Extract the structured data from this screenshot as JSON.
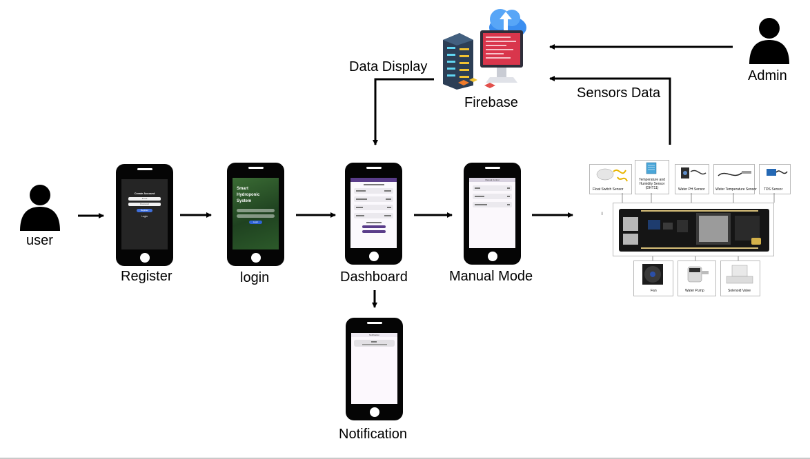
{
  "nodes": {
    "user": "user",
    "register": "Register",
    "login": "login",
    "dashboard": "Dashboard",
    "manual_mode": "Manual Mode",
    "notification": "Notification",
    "firebase": "Firebase",
    "admin": "Admin"
  },
  "edges": {
    "data_display": "Data Display",
    "sensors_data": "Sensors Data"
  },
  "screens": {
    "register": {
      "title": "Create Account",
      "field1": "Email",
      "field2": "Password",
      "button": "Register",
      "link": "Login"
    },
    "login": {
      "title_line1": "Smart",
      "title_line2": "Hydroponic",
      "title_line3": "System",
      "button": "Login"
    },
    "manual": {
      "title": "Manual Control"
    },
    "notification": {
      "title": "Notification"
    }
  },
  "hardware": {
    "sensors": [
      "Float Switch Sensor",
      "Temperature and Humidity Sensor (DHT11)",
      "Water PH Sensor",
      "Water Temperature Sensor",
      "TDS Sensor"
    ],
    "actuators": [
      "Fan",
      "Water Pump",
      "Solenoid Valve"
    ]
  },
  "colors": {
    "app_purple": "#5a3d8a",
    "login_green": "#2f5e2c",
    "firebase_red": "#d9364c",
    "cloud_blue": "#3b8ef0",
    "board_black": "#151515"
  }
}
